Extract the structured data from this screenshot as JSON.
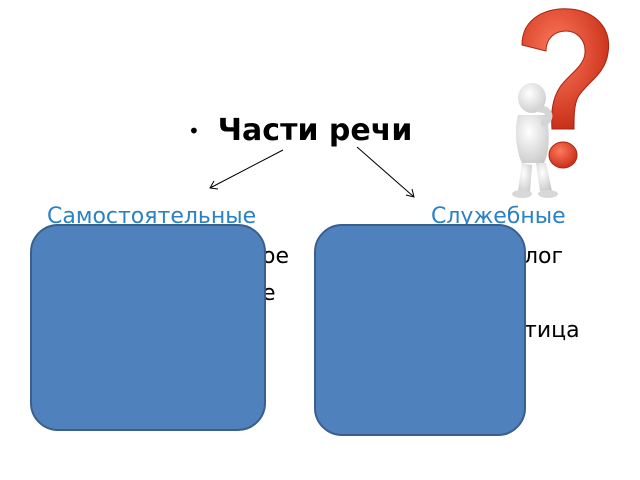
{
  "title": "Части речи",
  "bullet": "•",
  "left_label": "Самостоятельные",
  "right_label": "Служебные",
  "left_partial_lines": [
    "ое",
    "е"
  ],
  "right_partial_lines": [
    "лог",
    "тица"
  ],
  "colors": {
    "label_blue": "#2c81c4",
    "box_fill": "#4f81bd",
    "box_border": "#3a5f8d",
    "question_red": "#e8452c"
  },
  "icons": {
    "figure": "thinking-person-with-question-mark-icon"
  }
}
